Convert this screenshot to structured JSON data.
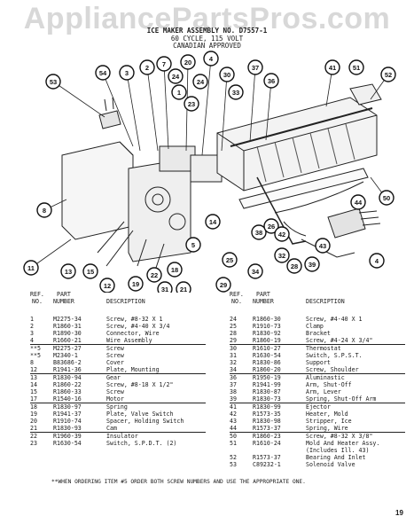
{
  "watermark": "AppliancePartsPros.com",
  "header": {
    "line1": "ICE MAKER ASSEMBLY NO. D7557-1",
    "line2": "60 CYCLE, 115 VOLT",
    "line3": "CANADIAN APPROVED"
  },
  "callouts": [
    "53",
    "54",
    "3",
    "2",
    "7",
    "20",
    "4",
    "30",
    "37",
    "36",
    "41",
    "52",
    "24",
    "1",
    "24",
    "23",
    "33",
    "51",
    "50",
    "8",
    "44",
    "11",
    "13",
    "15",
    "12",
    "19",
    "22",
    "31",
    "18",
    "21",
    "29",
    "25",
    "34",
    "28",
    "32",
    "38",
    "26",
    "42",
    "43",
    "4",
    "14",
    "39",
    "5"
  ],
  "table": {
    "headers": {
      "ref": "REF.",
      "no": "NO.",
      "part": "PART",
      "number": "NUMBER",
      "description": "DESCRIPTION"
    },
    "left": [
      {
        "ref": "1",
        "part": "M2275-34",
        "desc": "Screw, #8-32 X 1",
        "ul": false
      },
      {
        "ref": "2",
        "part": "R1860-31",
        "desc": "Screw, #4-40 X 3/4",
        "ul": false
      },
      {
        "ref": "3",
        "part": "R1890-30",
        "desc": "Connector, Wire",
        "ul": false
      },
      {
        "ref": "4",
        "part": "R1660-21",
        "desc": "Wire Assembly",
        "ul": true
      },
      {
        "ref": "**5",
        "part": "M2275-27",
        "desc": "Screw",
        "ul": false
      },
      {
        "ref": "**5",
        "part": "M2340-1",
        "desc": "Screw",
        "ul": false
      },
      {
        "ref": "8",
        "part": "B83686-2",
        "desc": "Cover",
        "ul": false
      },
      {
        "ref": "12",
        "part": "R1941-36",
        "desc": "Plate, Mounting",
        "ul": true
      },
      {
        "ref": "13",
        "part": "R1830-94",
        "desc": "Gear",
        "ul": false
      },
      {
        "ref": "14",
        "part": "R1860-22",
        "desc": "Screw, #8-18 X 1/2\"",
        "ul": false
      },
      {
        "ref": "15",
        "part": "R1860-33",
        "desc": "Screw",
        "ul": false
      },
      {
        "ref": "17",
        "part": "R1540-16",
        "desc": "Motor",
        "ul": true
      },
      {
        "ref": "18",
        "part": "R1830-97",
        "desc": "Spring",
        "ul": false
      },
      {
        "ref": "19",
        "part": "R1941-37",
        "desc": "Plate, Valve Switch",
        "ul": false
      },
      {
        "ref": "20",
        "part": "R1910-74",
        "desc": "Spacer, Holding Switch",
        "ul": false
      },
      {
        "ref": "21",
        "part": "R1830-93",
        "desc": "Cam",
        "ul": true
      },
      {
        "ref": "22",
        "part": "R1960-39",
        "desc": "Insulator",
        "ul": false
      },
      {
        "ref": "23",
        "part": "R1630-54",
        "desc": "Switch, S.P.D.T. (2)",
        "ul": false
      }
    ],
    "right": [
      {
        "ref": "24",
        "part": "R1860-30",
        "desc": "Screw, #4-40 X 1",
        "ul": false
      },
      {
        "ref": "25",
        "part": "R1910-73",
        "desc": "Clamp",
        "ul": false
      },
      {
        "ref": "28",
        "part": "R1830-92",
        "desc": "Bracket",
        "ul": false
      },
      {
        "ref": "29",
        "part": "R1860-19",
        "desc": "Screw, #4-24 X 3/4\"",
        "ul": true
      },
      {
        "ref": "30",
        "part": "R1610-27",
        "desc": "Thermostat",
        "ul": false
      },
      {
        "ref": "31",
        "part": "R1630-54",
        "desc": "Switch, S.P.S.T.",
        "ul": false
      },
      {
        "ref": "32",
        "part": "R1830-86",
        "desc": "Support",
        "ul": false
      },
      {
        "ref": "34",
        "part": "R1860-20",
        "desc": "Screw, Shoulder",
        "ul": true
      },
      {
        "ref": "36",
        "part": "R1950-19",
        "desc": "Aluminastic",
        "ul": false
      },
      {
        "ref": "37",
        "part": "R1941-99",
        "desc": "Arm, Shut-Off",
        "ul": false
      },
      {
        "ref": "38",
        "part": "R1830-87",
        "desc": "Arm, Lever",
        "ul": false
      },
      {
        "ref": "39",
        "part": "R1830-73",
        "desc": "Spring, Shut-Off Arm",
        "ul": true
      },
      {
        "ref": "41",
        "part": "R1830-99",
        "desc": "Ejector",
        "ul": false
      },
      {
        "ref": "42",
        "part": "R1573-35",
        "desc": "Heater, Mold",
        "ul": false
      },
      {
        "ref": "43",
        "part": "R1830-98",
        "desc": "Stripper, Ice",
        "ul": false
      },
      {
        "ref": "44",
        "part": "R1573-37",
        "desc": "Spring, Wire",
        "ul": true
      },
      {
        "ref": "50",
        "part": "R1860-23",
        "desc": "Screw, #8-32 X 3/8\"",
        "ul": false
      },
      {
        "ref": "51",
        "part": "R1610-24",
        "desc": "Mold And Heater Assy. (Includes Ill. 43)",
        "ul": false
      },
      {
        "ref": "52",
        "part": "R1573-37",
        "desc": "Bearing And Inlet",
        "ul": false
      },
      {
        "ref": "53",
        "part": "C89232-1",
        "desc": "Solenoid Valve",
        "ul": false
      }
    ]
  },
  "footnote": "**WHEN ORDERING ITEM #5 ORDER BOTH SCREW NUMBERS AND USE THE APPROPRIATE ONE.",
  "page_number": "19"
}
